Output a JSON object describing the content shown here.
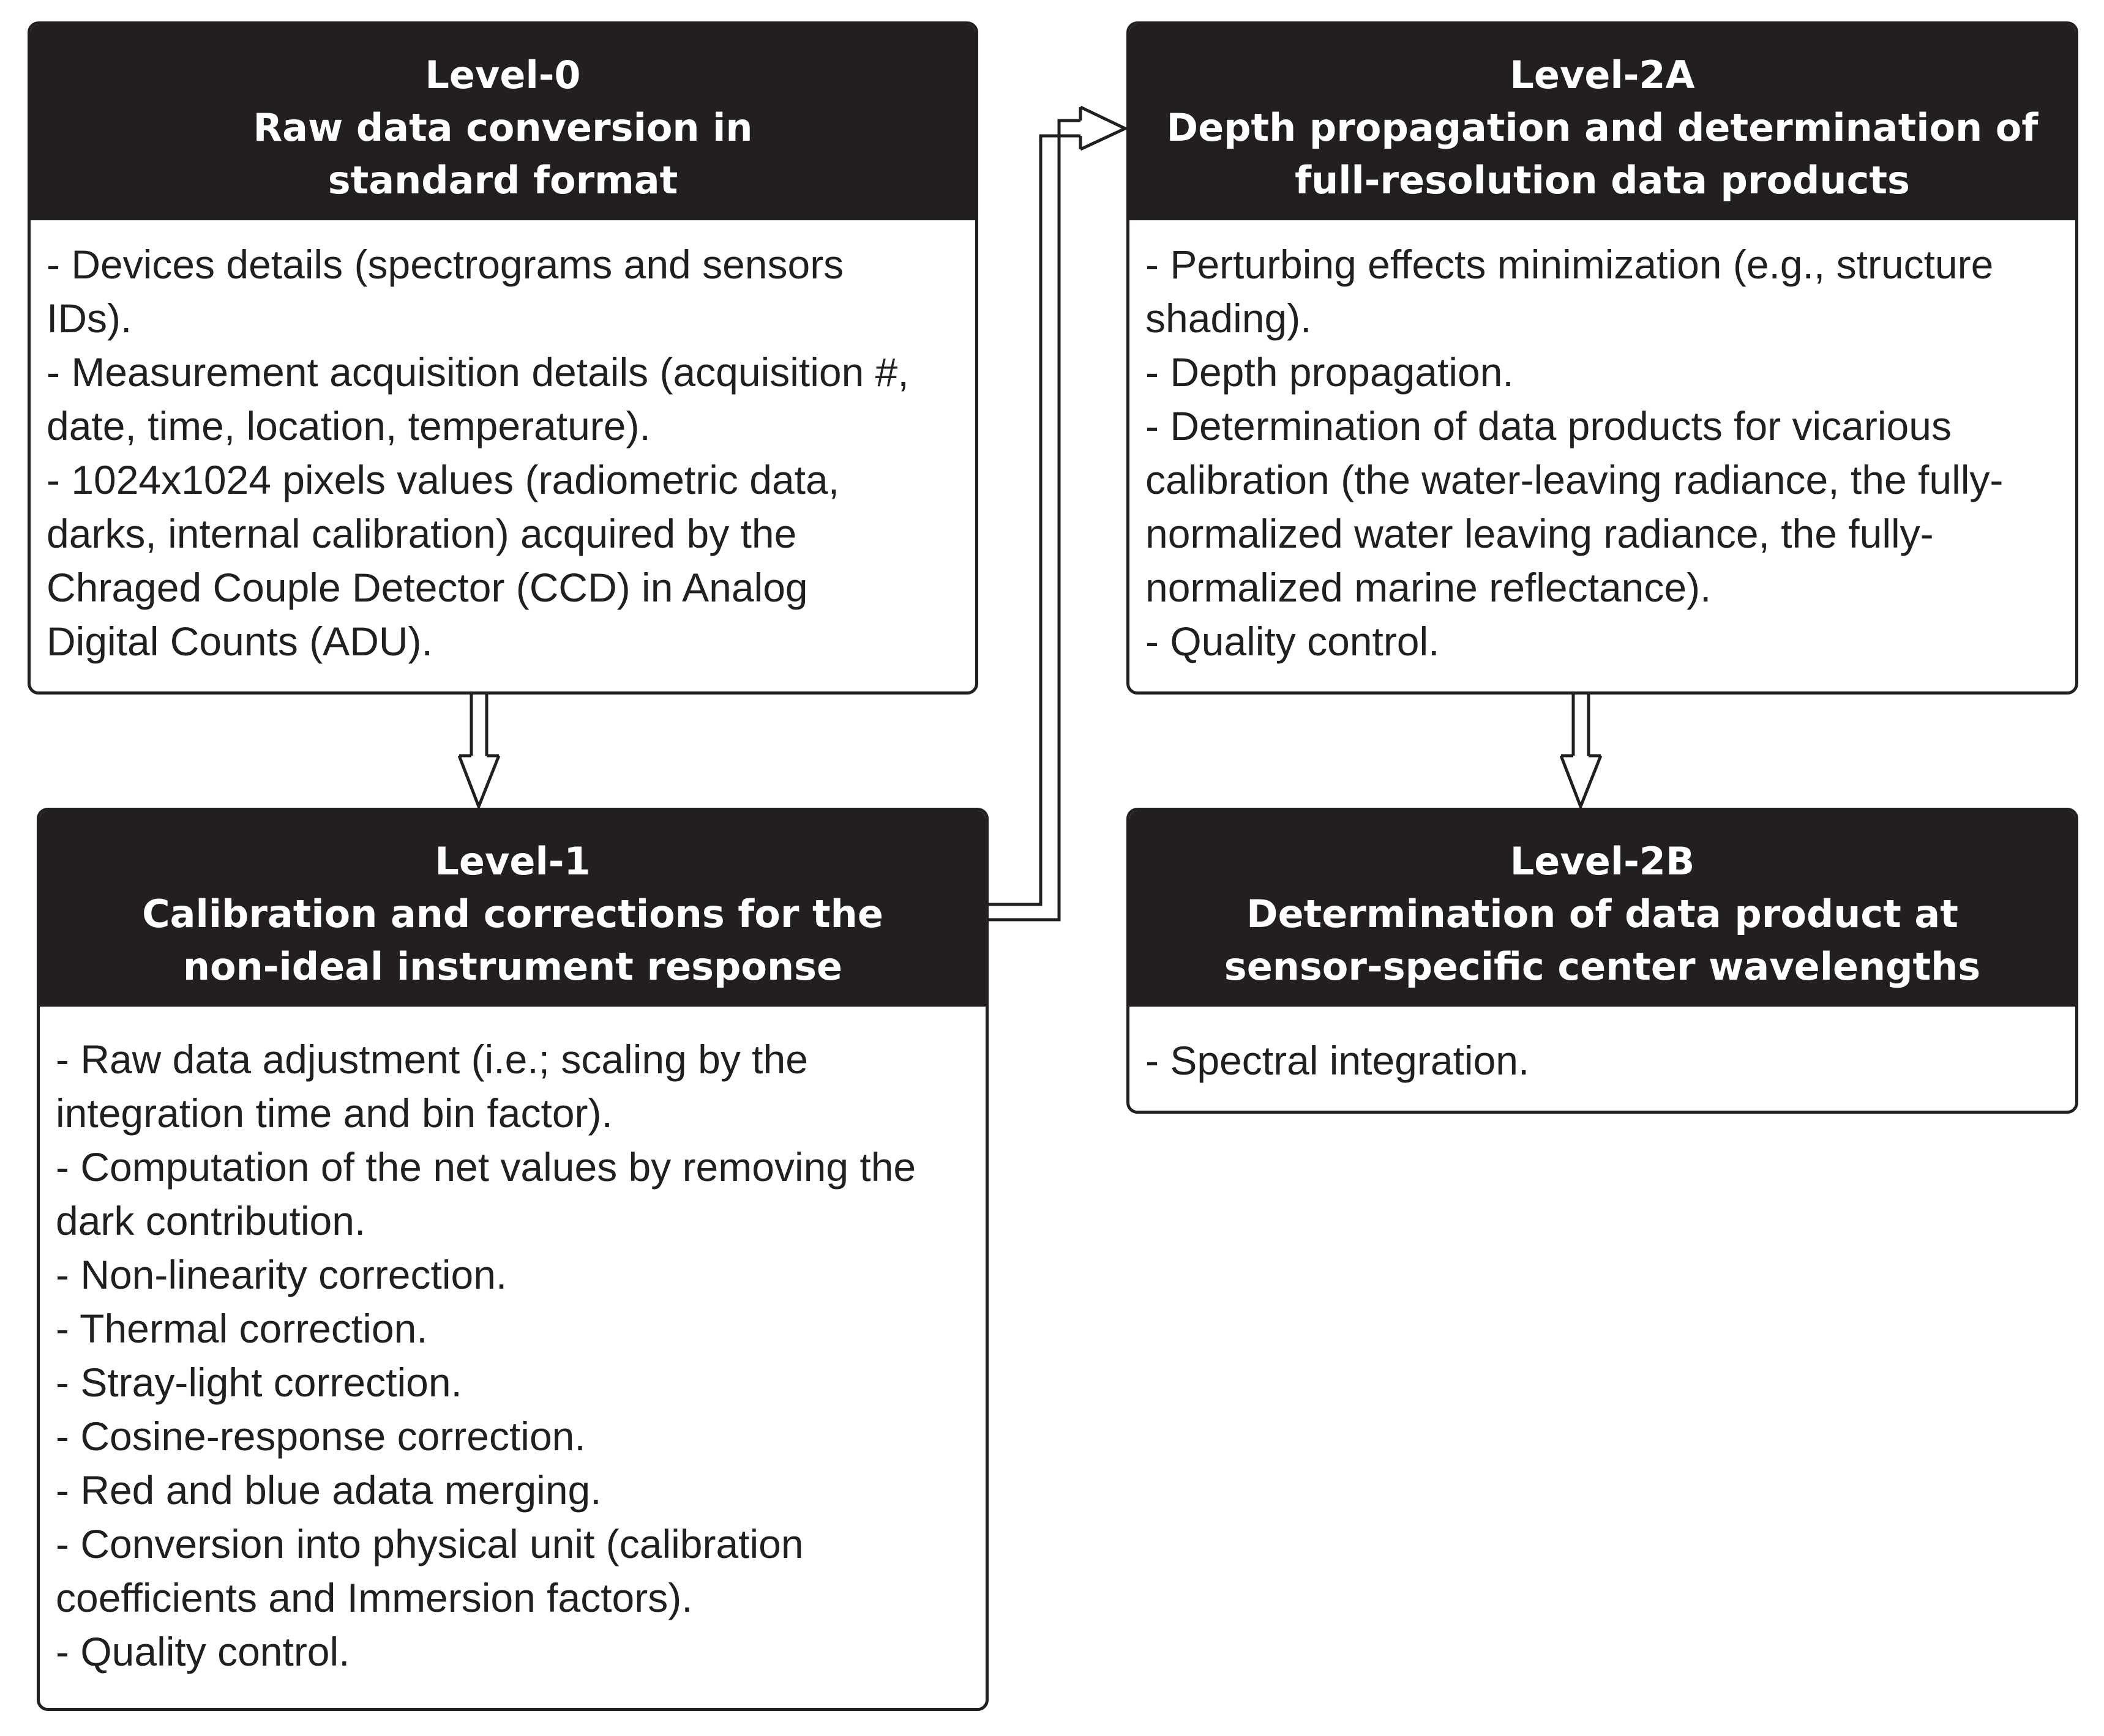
{
  "boxes": {
    "level0": {
      "title": [
        "Level-0",
        "Raw data conversion in",
        "standard format"
      ],
      "lines": [
        "- Devices  details (spectrograms and sensors",
        "IDs).",
        "- Measurement acquisition details (acquisition #,",
        "date, time, location, temperature).",
        "- 1024x1024 pixels values (radiometric data,",
        "darks, internal calibration) acquired by the",
        "Chraged Couple Detector (CCD) in Analog",
        "Digital Counts (ADU)."
      ]
    },
    "level1": {
      "title": [
        "Level-1",
        "Calibration and corrections for the",
        "non-ideal instrument response"
      ],
      "lines": [
        "- Raw data adjustment (i.e.; scaling by the",
        "integration time and bin factor).",
        "- Computation of the net values by removing the",
        "dark contribution.",
        "- Non-linearity correction.",
        "- Thermal correction.",
        "- Stray-light correction.",
        "- Cosine-response correction.",
        "- Red and blue adata merging.",
        "- Conversion into physical unit (calibration",
        "coefficients and Immersion factors).",
        "- Quality control."
      ]
    },
    "level2a": {
      "title": [
        "Level-2A",
        "Depth propagation and determination of",
        "full-resolution data products"
      ],
      "lines": [
        "- Perturbing effects minimization (e.g., structure",
        "shading).",
        "- Depth propagation.",
        "- Determination of data products for vicarious",
        "calibration (the water-leaving radiance, the fully-",
        "normalized water leaving radiance, the fully-",
        "normalized marine reflectance).",
        "- Quality control."
      ]
    },
    "level2b": {
      "title": [
        "Level-2B",
        "Determination of data product at",
        "sensor-specific center wavelengths"
      ],
      "lines": [
        "- Spectral integration."
      ]
    }
  },
  "colors": {
    "header_bg": "#231f20",
    "header_text": "#ffffff",
    "border": "#231f20",
    "body_text": "#231f20"
  }
}
